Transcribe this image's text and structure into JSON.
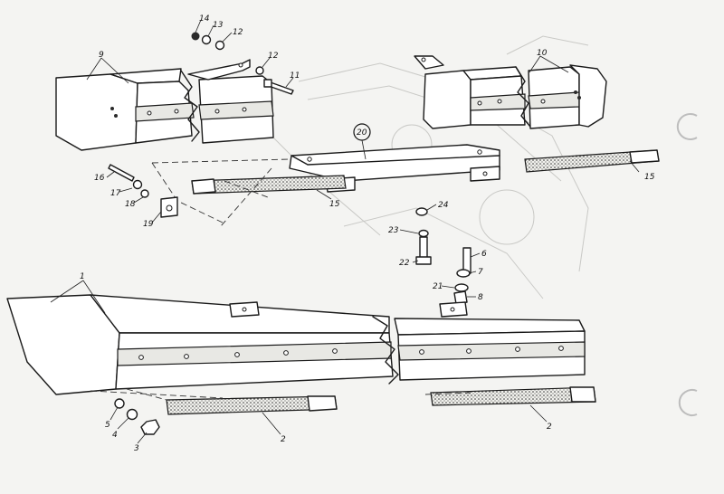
{
  "callouts": {
    "c1": "1",
    "c2a": "2",
    "c2b": "2",
    "c3": "3",
    "c4": "4",
    "c5": "5",
    "c6": "6",
    "c7": "7",
    "c8": "8",
    "c9": "9",
    "c10": "10",
    "c11": "11",
    "c12a": "12",
    "c12b": "12",
    "c13": "13",
    "c14": "14",
    "c15a": "15",
    "c15b": "15",
    "c16": "16",
    "c17": "17",
    "c18": "18",
    "c19": "19",
    "c20": "20",
    "c21": "21",
    "c22": "22",
    "c23": "23",
    "c24": "24"
  },
  "colors": {
    "paper": "#f4f4f2",
    "ink": "#1a1a1a"
  }
}
